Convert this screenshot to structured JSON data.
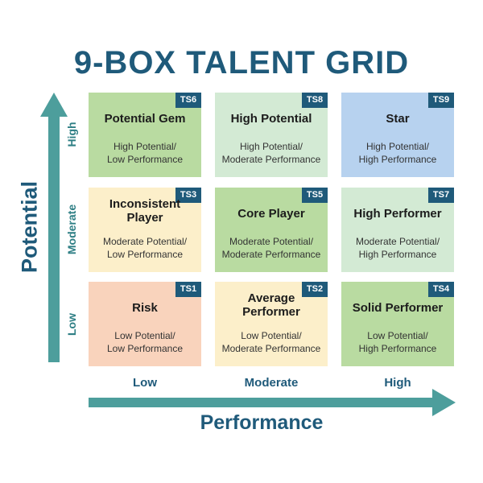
{
  "title": "9-BOX TALENT GRID",
  "y_axis": {
    "title": "Potential",
    "labels": [
      "High",
      "Moderate",
      "Low"
    ]
  },
  "x_axis": {
    "title": "Performance",
    "labels": [
      "Low",
      "Moderate",
      "High"
    ]
  },
  "cells": [
    {
      "code": "TS6",
      "title": "Potential Gem",
      "desc": [
        "High Potential/",
        "Low Performance"
      ],
      "color": "#b9dba1"
    },
    {
      "code": "TS8",
      "title": "High Potential",
      "desc": [
        "High Potential/",
        "Moderate Performance"
      ],
      "color": "#d3ead4"
    },
    {
      "code": "TS9",
      "title": "Star",
      "desc": [
        "High Potential/",
        "High Performance"
      ],
      "color": "#b7d2ef"
    },
    {
      "code": "TS3",
      "title": "Inconsistent Player",
      "desc": [
        "Moderate Potential/",
        "Low Performance"
      ],
      "color": "#fcefca"
    },
    {
      "code": "TS5",
      "title": "Core Player",
      "desc": [
        "Moderate Potential/",
        "Moderate Performance"
      ],
      "color": "#b9dba1"
    },
    {
      "code": "TS7",
      "title": "High Performer",
      "desc": [
        "Moderate Potential/",
        "High Performance"
      ],
      "color": "#d3ead4"
    },
    {
      "code": "TS1",
      "title": "Risk",
      "desc": [
        "Low Potential/",
        "Low Performance"
      ],
      "color": "#f9d3bc"
    },
    {
      "code": "TS2",
      "title": "Average Performer",
      "desc": [
        "Low Potential/",
        "Moderate Performance"
      ],
      "color": "#fcefca"
    },
    {
      "code": "TS4",
      "title": "Solid Performer",
      "desc": [
        "Low Potential/",
        "High Performance"
      ],
      "color": "#b9dba1"
    }
  ],
  "colors": {
    "axis": "#4d9e9c",
    "text_dark": "#1f5a7a",
    "badge": "#1f5a7a"
  }
}
